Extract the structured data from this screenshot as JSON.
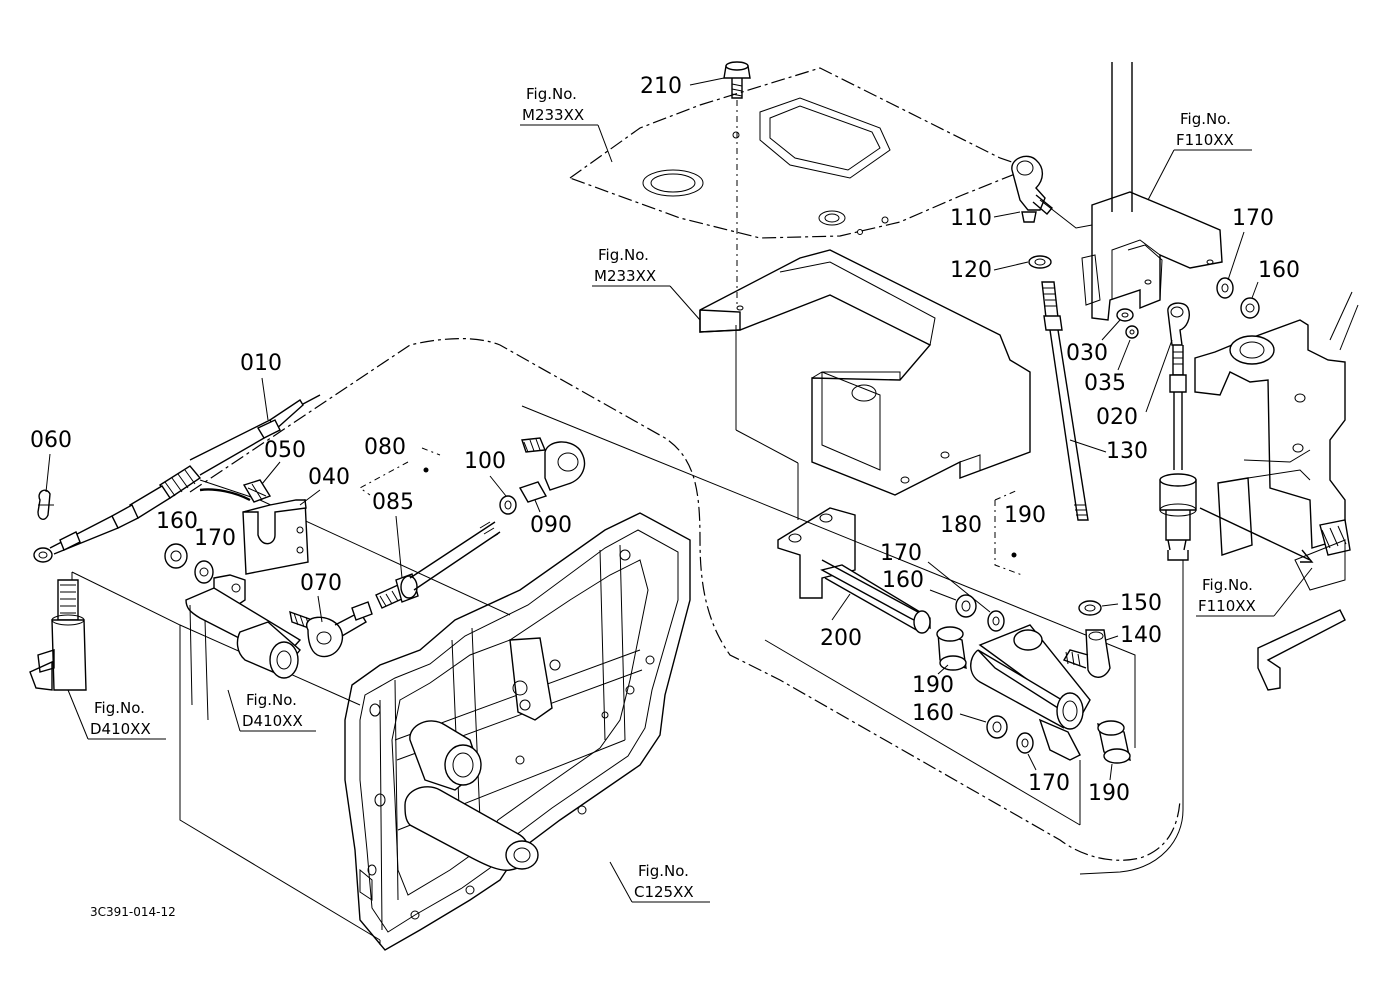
{
  "diagram_code": "3C391-014-12",
  "part_numbers": {
    "p210": "210",
    "p110": "110",
    "p120": "120",
    "p170a": "170",
    "p160a": "160",
    "p030": "030",
    "p035": "035",
    "p020": "020",
    "p130": "130",
    "p180": "180",
    "p190a": "190",
    "p010": "010",
    "p060": "060",
    "p050": "050",
    "p040": "040",
    "p080": "080",
    "p085": "085",
    "p100": "100",
    "p090": "090",
    "p160b": "160",
    "p170b": "170",
    "p070": "070",
    "p200": "200",
    "p170c": "170",
    "p160c": "160",
    "p150": "150",
    "p140": "140",
    "p190b": "190",
    "p160d": "160",
    "p190c": "190",
    "p170d": "170"
  },
  "figure_refs": [
    {
      "label": "Fig.No.",
      "code": "M233XX"
    },
    {
      "label": "Fig.No.",
      "code": "M233XX"
    },
    {
      "label": "Fig.No.",
      "code": "F110XX"
    },
    {
      "label": "Fig.No.",
      "code": "F110XX"
    },
    {
      "label": "Fig.No.",
      "code": "D410XX"
    },
    {
      "label": "Fig.No.",
      "code": "D410XX"
    },
    {
      "label": "Fig.No.",
      "code": "C125XX"
    }
  ]
}
